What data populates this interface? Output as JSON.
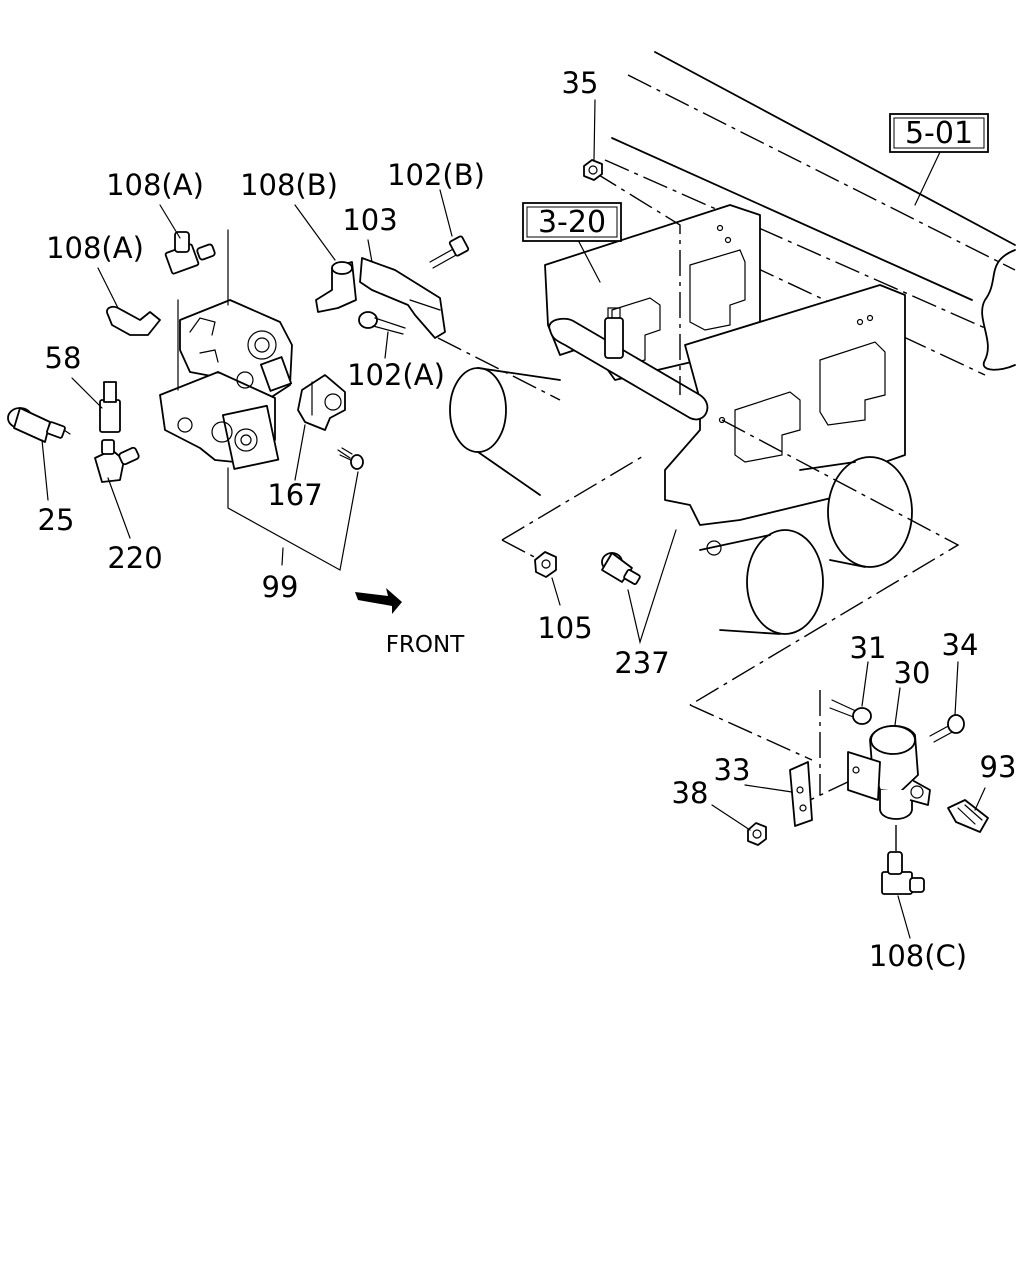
{
  "diagram": {
    "refs": {
      "r501": "5-01",
      "r320": "3-20"
    },
    "front_label": "FRONT",
    "parts": {
      "p35": "35",
      "p108a_top": "108(A)",
      "p108b": "108(B)",
      "p102b": "102(B)",
      "p103": "103",
      "p108a_left": "108(A)",
      "p58": "58",
      "p102a": "102(A)",
      "p25": "25",
      "p220": "220",
      "p167": "167",
      "p99": "99",
      "p105": "105",
      "p237": "237",
      "p31": "31",
      "p30": "30",
      "p34": "34",
      "p33": "33",
      "p38": "38",
      "p93": "93",
      "p108c": "108(C)"
    }
  }
}
